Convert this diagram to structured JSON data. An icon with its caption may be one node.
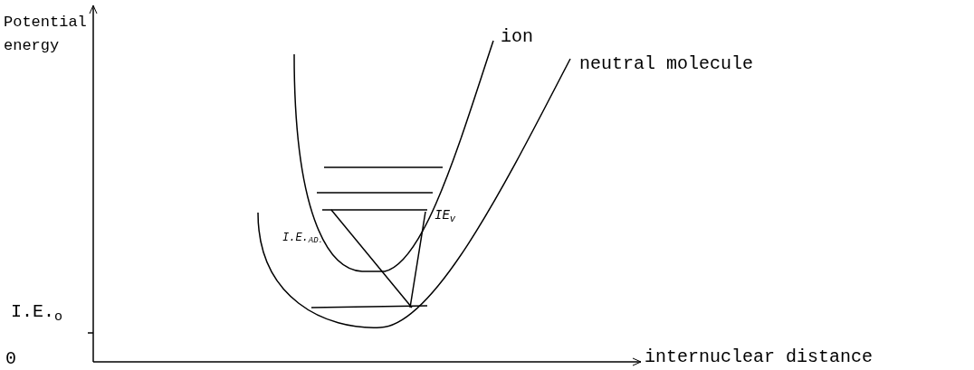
{
  "diagram": {
    "labels": [
      "Potential energy",
      "ion",
      "neutral molecule",
      "I.E.$_{AD.}$",
      "IE$_{v}$",
      "I.E.$_{o}$",
      "0",
      "internuclear distance"
    ]
  }
}
